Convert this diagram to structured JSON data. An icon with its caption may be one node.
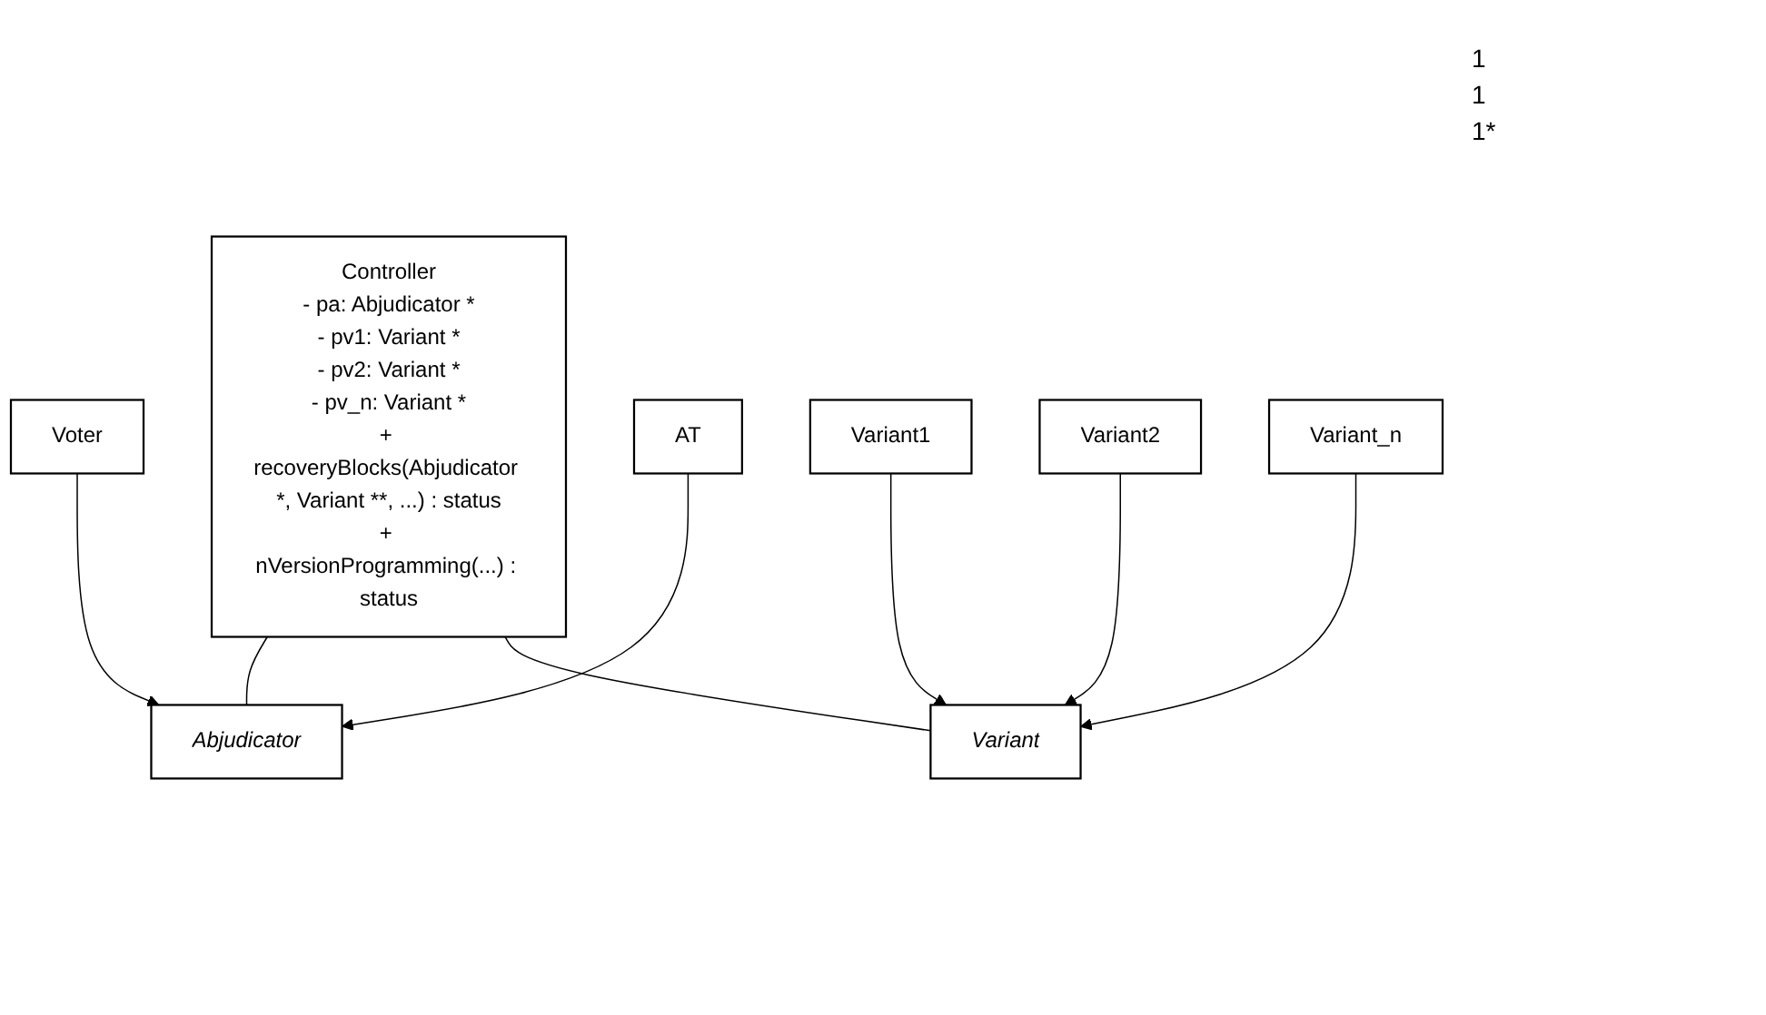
{
  "diagram": {
    "nodes": [
      {
        "text": [
          "Controller",
          "- pa: Abjudicator *",
          "- pv1: Variant *",
          "- pv2: Variant *",
          "- pv_n: Variant *",
          "+ recoveryBlocks(Abjudicator *, Variant **, ...) : status",
          "+ nVersionProgramming(...) : status"
        ]
      },
      {
        "text": [
          "Abjudicator"
        ]
      },
      {
        "text": [
          "Variant"
        ]
      },
      {
        "text": [
          "Voter"
        ]
      },
      {
        "text": [
          "AT"
        ]
      },
      {
        "text": [
          "Variant1"
        ]
      },
      {
        "text": [
          "Variant2"
        ]
      },
      {
        "text": [
          "Variant_n"
        ]
      }
    ],
    "edges": [
      {
        "from": 0,
        "to": 1,
        "arrow": "none"
      },
      {
        "from": 0,
        "to": 2,
        "arrow": "none"
      },
      {
        "from": 3,
        "to": 1,
        "arrow": "to"
      },
      {
        "from": 4,
        "to": 1,
        "arrow": "to"
      },
      {
        "from": 5,
        "to": 2,
        "arrow": "to"
      },
      {
        "from": 6,
        "to": 2,
        "arrow": "to"
      },
      {
        "from": 7,
        "to": 2,
        "arrow": "to"
      }
    ],
    "labels": [
      "1",
      "1",
      "1*"
    ]
  }
}
